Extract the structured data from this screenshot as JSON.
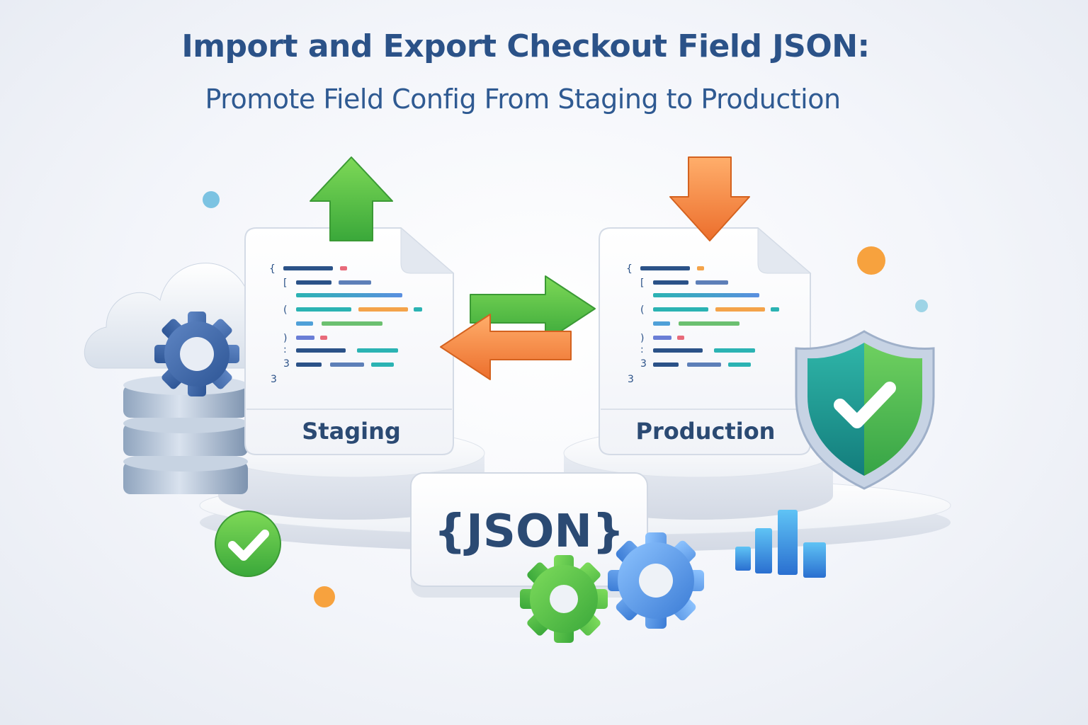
{
  "header": {
    "title": "Import and Export Checkout Field JSON:",
    "subtitle": "Promote Field Config From Staging to Production"
  },
  "documents": {
    "staging": {
      "label": "Staging",
      "arrow": "upload-arrow-icon"
    },
    "production": {
      "label": "Production",
      "arrow": "download-arrow-icon"
    }
  },
  "json_tile": {
    "label": "{JSON}"
  },
  "code_glyphs": [
    "{",
    "[",
    "(",
    ")",
    ":",
    "3",
    "3"
  ],
  "colors": {
    "green": "#4cb848",
    "orange": "#f0823a",
    "blue": "#3a7bd5",
    "navy": "#2b5288",
    "teal": "#1fa2a8"
  },
  "icons": [
    "cloud-icon",
    "database-icon",
    "gear-icon",
    "swap-arrows-icon",
    "shield-check-icon",
    "check-badge-icon",
    "bar-chart-icon"
  ]
}
